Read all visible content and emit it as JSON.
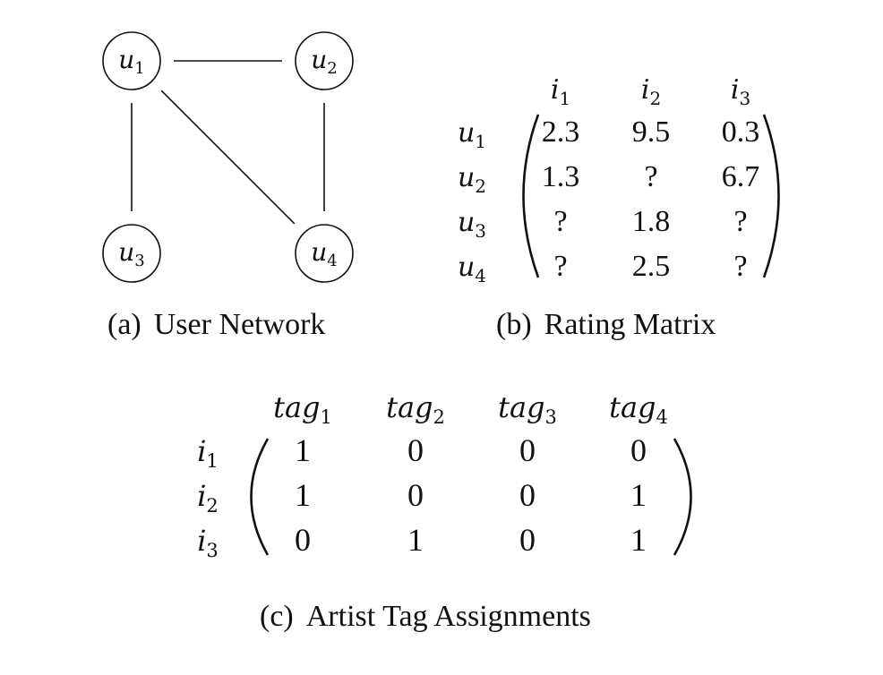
{
  "user_network": {
    "caption_tag": "(a)",
    "caption_text": "User Network",
    "nodes": [
      {
        "id": "u1",
        "base": "u",
        "sub": "1"
      },
      {
        "id": "u2",
        "base": "u",
        "sub": "2"
      },
      {
        "id": "u3",
        "base": "u",
        "sub": "3"
      },
      {
        "id": "u4",
        "base": "u",
        "sub": "4"
      }
    ],
    "edges": [
      {
        "from": "u1",
        "to": "u2"
      },
      {
        "from": "u1",
        "to": "u3"
      },
      {
        "from": "u1",
        "to": "u4"
      },
      {
        "from": "u2",
        "to": "u4"
      }
    ]
  },
  "rating_matrix": {
    "caption_tag": "(b)",
    "caption_text": "Rating Matrix",
    "col_headers": [
      {
        "base": "i",
        "sub": "1"
      },
      {
        "base": "i",
        "sub": "2"
      },
      {
        "base": "i",
        "sub": "3"
      }
    ],
    "row_headers": [
      {
        "base": "u",
        "sub": "1"
      },
      {
        "base": "u",
        "sub": "2"
      },
      {
        "base": "u",
        "sub": "3"
      },
      {
        "base": "u",
        "sub": "4"
      }
    ],
    "cells": [
      [
        "2.3",
        "9.5",
        "0.3"
      ],
      [
        "1.3",
        "?",
        "6.7"
      ],
      [
        "?",
        "1.8",
        "?"
      ],
      [
        "?",
        "2.5",
        "?"
      ]
    ]
  },
  "tag_matrix": {
    "caption_tag": "(c)",
    "caption_text": "Artist Tag Assignments",
    "col_headers": [
      {
        "base": "tag",
        "sub": "1"
      },
      {
        "base": "tag",
        "sub": "2"
      },
      {
        "base": "tag",
        "sub": "3"
      },
      {
        "base": "tag",
        "sub": "4"
      }
    ],
    "row_headers": [
      {
        "base": "i",
        "sub": "1"
      },
      {
        "base": "i",
        "sub": "2"
      },
      {
        "base": "i",
        "sub": "3"
      }
    ],
    "cells": [
      [
        "1",
        "0",
        "0",
        "0"
      ],
      [
        "1",
        "0",
        "0",
        "1"
      ],
      [
        "0",
        "1",
        "0",
        "1"
      ]
    ]
  }
}
